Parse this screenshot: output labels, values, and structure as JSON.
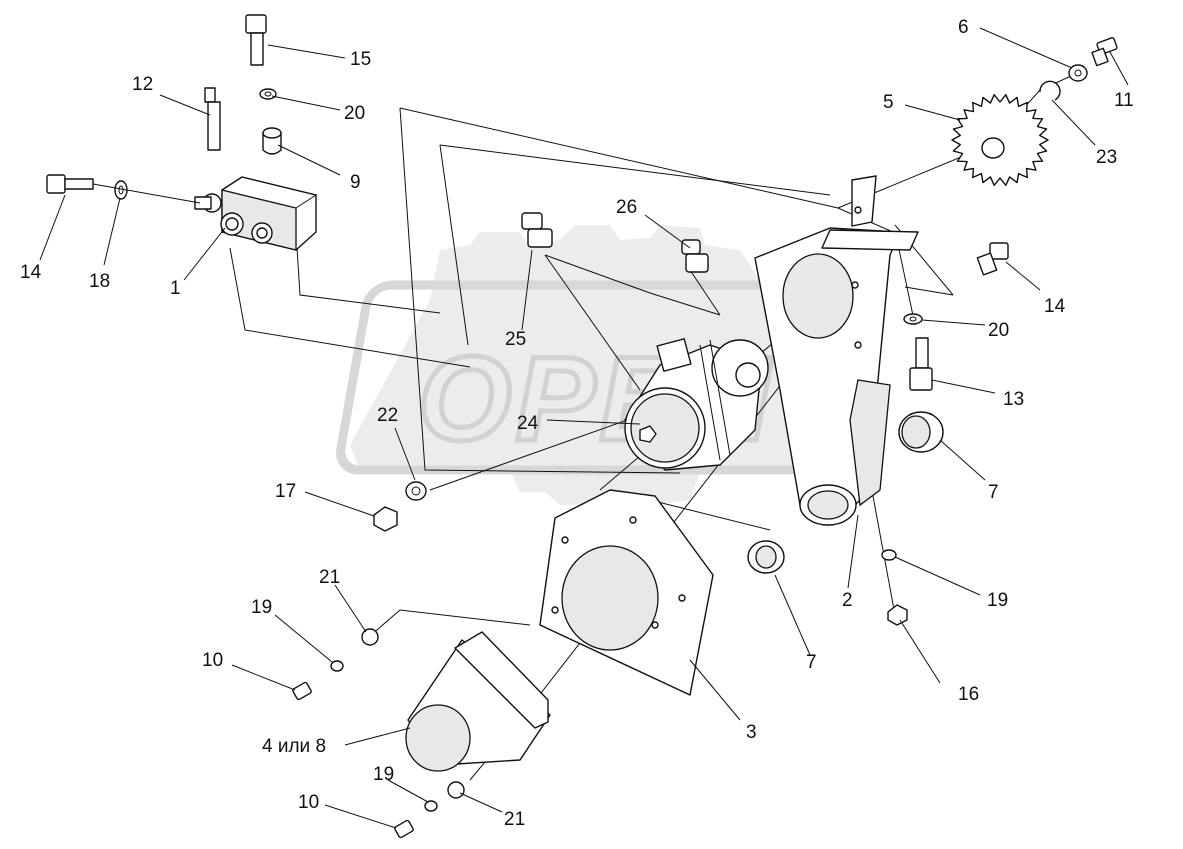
{
  "labels": {
    "p1": "1",
    "p2": "2",
    "p3": "3",
    "p4or8": "4 или 8",
    "p5": "5",
    "p6": "6",
    "p7a": "7",
    "p7b": "7",
    "p9": "9",
    "p10a": "10",
    "p10b": "10",
    "p11": "11",
    "p12": "12",
    "p13": "13",
    "p14a": "14",
    "p14b": "14",
    "p15": "15",
    "p16": "16",
    "p17": "17",
    "p18": "18",
    "p19a": "19",
    "p19b": "19",
    "p19c": "19",
    "p20a": "20",
    "p20b": "20",
    "p21a": "21",
    "p21b": "21",
    "p22": "22",
    "p23": "23",
    "p24": "24",
    "p25": "25",
    "p26": "26"
  },
  "watermark": {
    "text": "OPEN"
  }
}
